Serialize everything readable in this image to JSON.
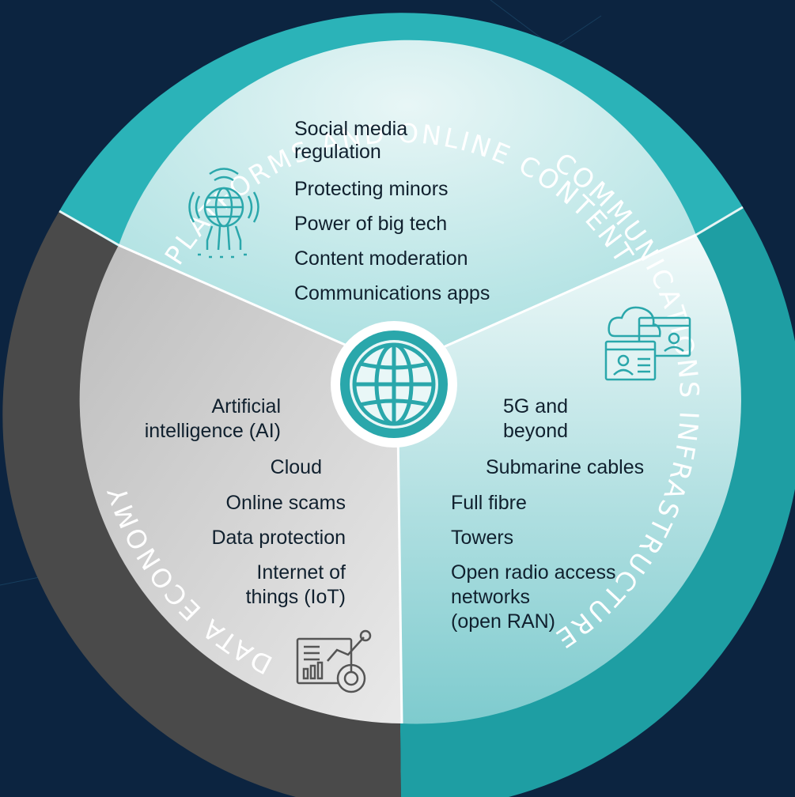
{
  "segments": {
    "top": {
      "title": "PLATFORMS AND ONLINE CONTENT",
      "items": [
        "Social media",
        "regulation",
        "Protecting minors",
        "Power of big tech",
        "Content moderation",
        "Communications apps"
      ],
      "icon": "globe-network-icon",
      "ring_color": "#2bb3b8"
    },
    "left": {
      "title": "DATA ECONOMY",
      "items": [
        "Artificial",
        "intelligence (AI)",
        "Cloud",
        "Online scams",
        "Data protection",
        "Internet of",
        "things (IoT)"
      ],
      "icon": "analytics-dashboard-icon",
      "ring_color": "#4a4a4a"
    },
    "right": {
      "title": "COMMUNICATIONS INFRASTRUCTURE",
      "items": [
        "5G and",
        "beyond",
        "Submarine cables",
        "Full fibre",
        "Towers",
        "Open radio access",
        "networks",
        "(open RAN)"
      ],
      "icon": "cloud-profile-icon",
      "ring_color": "#1e9ea3"
    }
  },
  "center_icon": "globe-icon",
  "colors": {
    "background": "#0c2440",
    "teal": "#2aa7ab",
    "top_fill": "#cdebec",
    "left_fill": "#d3d3d3",
    "right_fill": "#93d2d4"
  }
}
